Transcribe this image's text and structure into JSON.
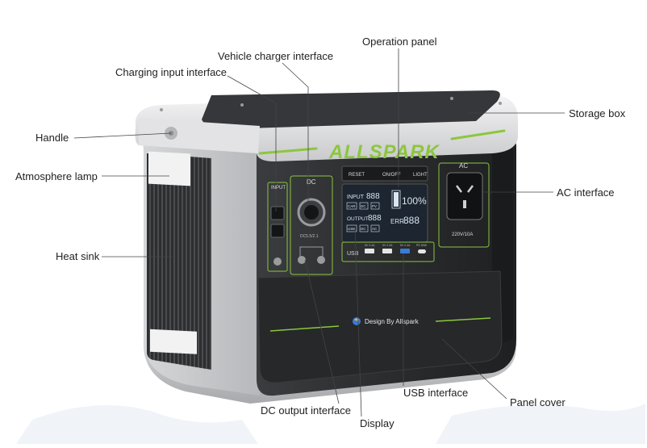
{
  "brand": {
    "logo_text": "ALLSPARK",
    "tagline": "Design By Allspark"
  },
  "panel": {
    "input_label": "INPUT",
    "dc_label": "DC",
    "ac_label": "AC",
    "dc_port_caption": "DC5.5/2.1",
    "ac_rating": "220V/10A",
    "usb_label": "USB",
    "usb_rating_1": "5V 2.4A",
    "usb_rating_2": "5V 2.4A",
    "usb_rating_3": "5V 2.4A",
    "usb_rating_4": "PD 60W",
    "buttons": [
      "RESET",
      "ON/OFF",
      "LIGHT"
    ]
  },
  "display": {
    "input_text": "INPUT",
    "input_value": "888",
    "output_text": "OUTPUT",
    "output_value": "888",
    "percent": "100%",
    "err_text": "ERR",
    "err_value": "888",
    "icons": [
      "CAR",
      "DC",
      "PV",
      "USB",
      "DC",
      "AC"
    ]
  },
  "callouts": {
    "operation_panel": "Operation panel",
    "vehicle_charger": "Vehicle charger interface",
    "charging_input": "Charging input interface",
    "storage_box": "Storage box",
    "handle": "Handle",
    "atmosphere_lamp": "Atmosphere lamp",
    "ac_interface": "AC interface",
    "heat_sink": "Heat sink",
    "usb_interface": "USB interface",
    "panel_cover": "Panel cover",
    "dc_output": "DC output interface",
    "display": "Display"
  },
  "colors": {
    "accent_green": "#8cc63f",
    "body_black": "#2b2d2f",
    "shell_silver": "#d8d9db",
    "lcd_dark": "#1c2530",
    "lcd_text": "#d8e4f0"
  }
}
